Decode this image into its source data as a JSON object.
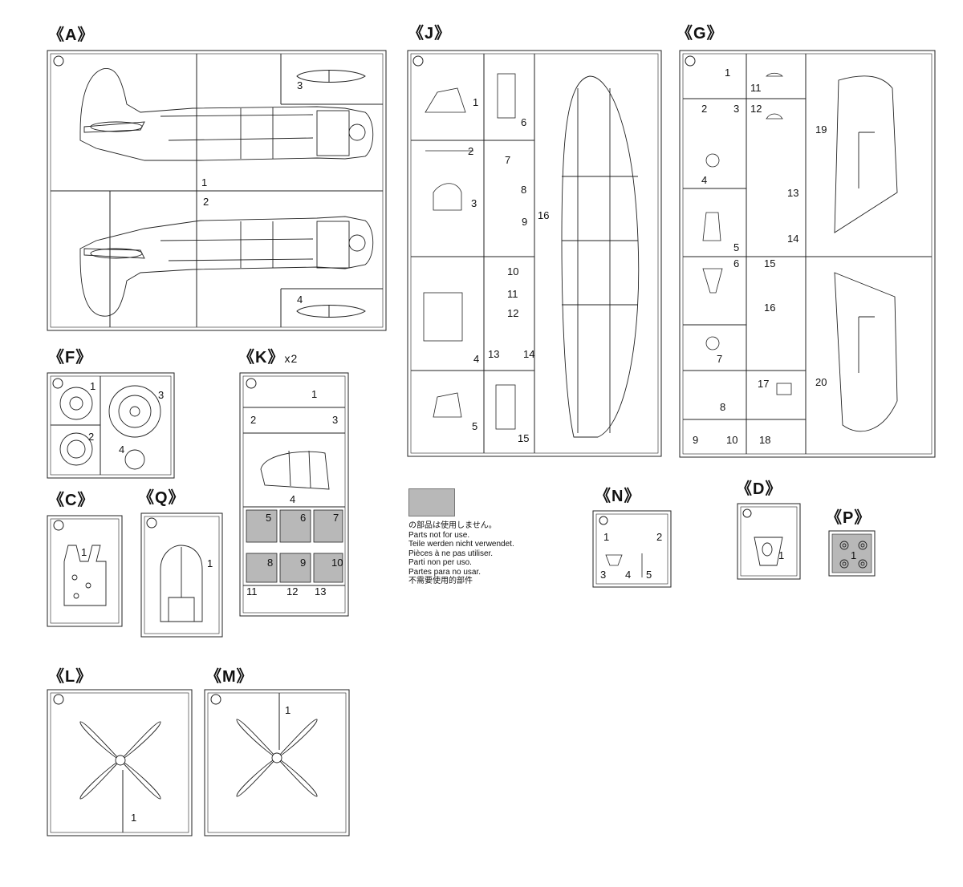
{
  "sprues": {
    "A": {
      "title": "《A》",
      "parts": [
        "1",
        "2",
        "3",
        "4"
      ]
    },
    "J": {
      "title": "《J》",
      "parts": [
        "1",
        "2",
        "3",
        "4",
        "5",
        "6",
        "7",
        "8",
        "9",
        "10",
        "11",
        "12",
        "13",
        "14",
        "15",
        "16"
      ]
    },
    "G": {
      "title": "《G》",
      "parts": [
        "1",
        "2",
        "3",
        "4",
        "5",
        "6",
        "7",
        "8",
        "9",
        "10",
        "11",
        "12",
        "13",
        "14",
        "15",
        "16",
        "17",
        "18",
        "19",
        "20"
      ]
    },
    "F": {
      "title": "《F》",
      "parts": [
        "1",
        "2",
        "3",
        "4"
      ]
    },
    "K": {
      "title": "《K》",
      "multiplier": "x2",
      "parts": [
        "1",
        "2",
        "3",
        "4",
        "5",
        "6",
        "7",
        "8",
        "9",
        "10",
        "11",
        "12",
        "13"
      ]
    },
    "C": {
      "title": "《C》",
      "parts": [
        "1"
      ]
    },
    "Q": {
      "title": "《Q》",
      "parts": [
        "1"
      ]
    },
    "N": {
      "title": "《N》",
      "parts": [
        "1",
        "2",
        "3",
        "4",
        "5"
      ]
    },
    "D": {
      "title": "《D》",
      "parts": [
        "1"
      ]
    },
    "P": {
      "title": "《P》",
      "parts": [
        "1"
      ]
    },
    "L": {
      "title": "《L》",
      "parts": [
        "1"
      ]
    },
    "M": {
      "title": "《M》",
      "parts": [
        "1"
      ]
    }
  },
  "legend": {
    "swatch_color": "#b8b8b8",
    "lines": [
      "の部品は使用しません。",
      "Parts not for use.",
      "Teile werden nicht verwendet.",
      "Pièces à ne pas utiliser.",
      "Parti non per uso.",
      "Partes para no usar.",
      "不需要使用的部件"
    ]
  }
}
